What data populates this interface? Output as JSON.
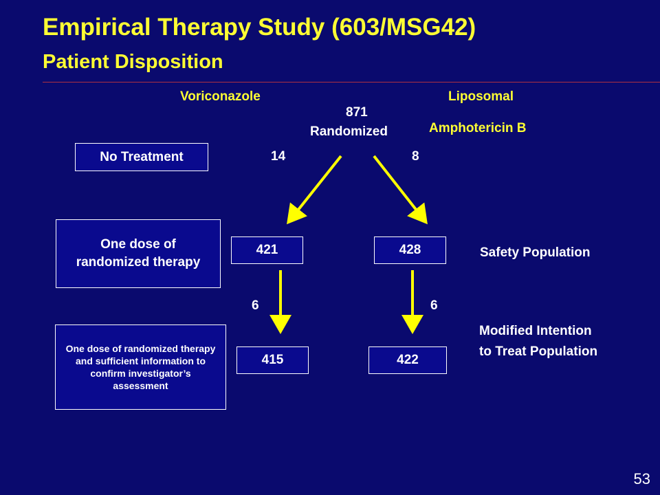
{
  "slide": {
    "title": "Empirical Therapy Study (603/MSG42)",
    "subtitle": "Patient Disposition",
    "page_number": "53"
  },
  "arms": {
    "left": "Voriconazole",
    "right_line1": "Liposomal",
    "right_line2": "Amphotericin B"
  },
  "randomized": {
    "count": "871",
    "label": "Randomized"
  },
  "categories": {
    "no_treatment": "No Treatment",
    "one_dose": "One dose of randomized therapy",
    "one_dose_sufficient": "One dose of randomized therapy and sufficient information to confirm investigator’s assessment"
  },
  "excluded": {
    "left_untreated": "14",
    "right_untreated": "8",
    "left_mitt": "6",
    "right_mitt": "6"
  },
  "counts": {
    "vori_safety": "421",
    "lamb_safety": "428",
    "vori_mitt": "415",
    "lamb_mitt": "422"
  },
  "populations": {
    "safety": "Safety Population",
    "mitt_line1": "Modified Intention",
    "mitt_line2": "to Treat Population"
  },
  "colors": {
    "background": "#0a0a6e",
    "title": "#ffff33",
    "arrow": "#ffff00",
    "rule": "#b03040"
  }
}
